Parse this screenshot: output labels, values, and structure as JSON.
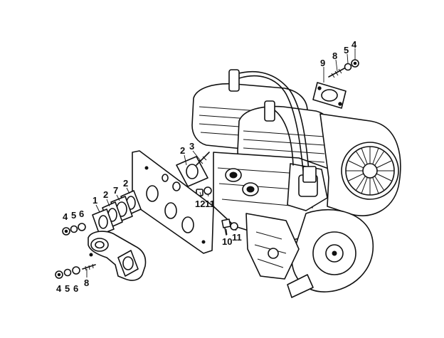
{
  "figure": {
    "background": "#ffffff",
    "ink": "#111111",
    "callouts": [
      {
        "id": "c-9-top",
        "text": "9"
      },
      {
        "id": "c-8-top",
        "text": "8"
      },
      {
        "id": "c-5-top",
        "text": "5"
      },
      {
        "id": "c-4-top",
        "text": "4"
      },
      {
        "id": "c-2-mid",
        "text": "2"
      },
      {
        "id": "c-3-mid",
        "text": "3"
      },
      {
        "id": "c-12",
        "text": "12"
      },
      {
        "id": "c-11-upper",
        "text": "11"
      },
      {
        "id": "c-10",
        "text": "10"
      },
      {
        "id": "c-11-lower",
        "text": "11"
      },
      {
        "id": "c-2-plate",
        "text": "2"
      },
      {
        "id": "c-7",
        "text": "7"
      },
      {
        "id": "c-2-left",
        "text": "2"
      },
      {
        "id": "c-1",
        "text": "1"
      },
      {
        "id": "c-4-left",
        "text": "4"
      },
      {
        "id": "c-5-left",
        "text": "5"
      },
      {
        "id": "c-6-left",
        "text": "6"
      },
      {
        "id": "c-4-bottom",
        "text": "4"
      },
      {
        "id": "c-5-bottom",
        "text": "5"
      },
      {
        "id": "c-6-bottom",
        "text": "6"
      },
      {
        "id": "c-8-bottom",
        "text": "8"
      }
    ]
  }
}
